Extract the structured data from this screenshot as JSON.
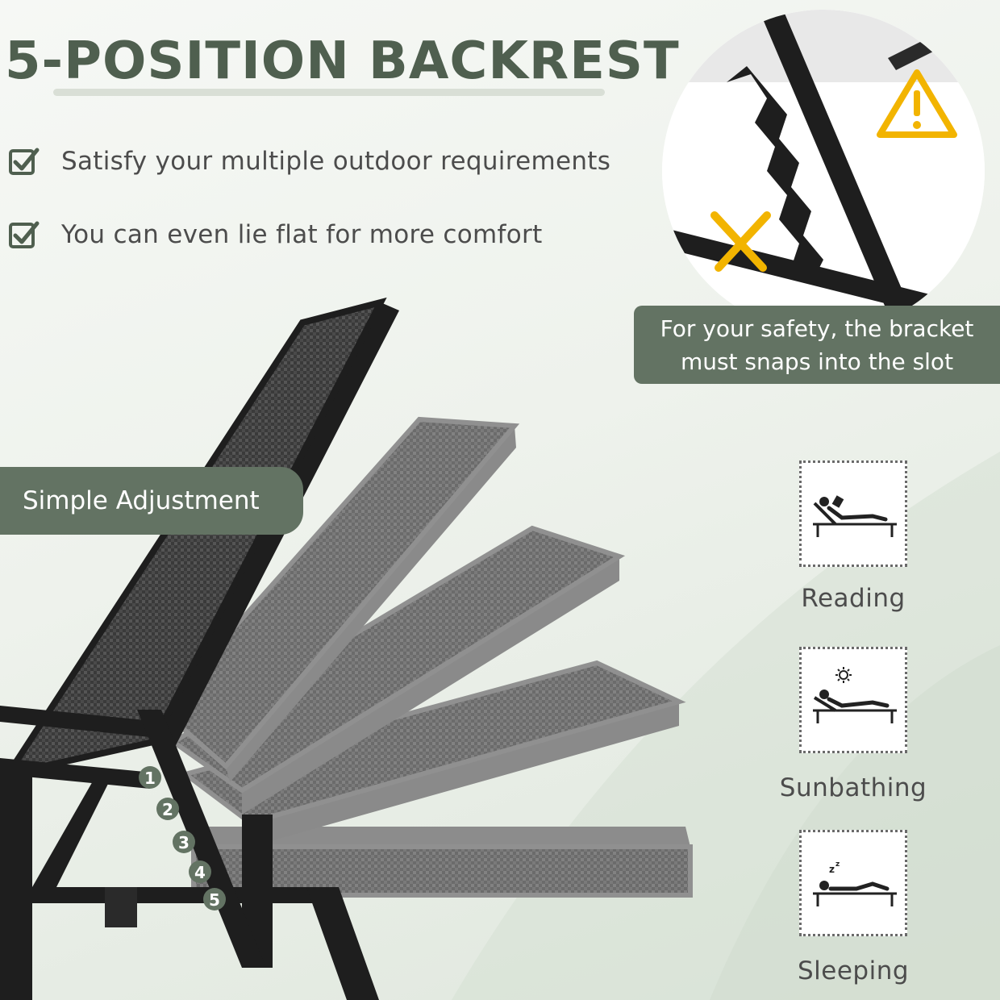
{
  "headline": "5-POSITION BACKREST",
  "features": [
    {
      "text": "Satisfy your multiple outdoor requirements",
      "icon": "checkbox-icon"
    },
    {
      "text": "You can even lie flat for more comfort",
      "icon": "checkbox-icon"
    }
  ],
  "adjust_label": "Simple Adjustment",
  "safety_note": {
    "line1": "For your safety, the bracket",
    "line2": "must snaps into the slot"
  },
  "position_numbers": [
    "1",
    "2",
    "3",
    "4",
    "5"
  ],
  "positions": [
    {
      "label": "Reading",
      "icon": "reading-lounger-icon"
    },
    {
      "label": "Sunbathing",
      "icon": "sunbathing-lounger-icon"
    },
    {
      "label": "Sleeping",
      "icon": "sleeping-lounger-icon"
    }
  ],
  "colors": {
    "brand_green": "#637363",
    "headline": "#4f5f4f",
    "warning_yellow": "#f2b400",
    "frame_black": "#1e1e1e",
    "sling_gray": "#6b6b6b"
  }
}
